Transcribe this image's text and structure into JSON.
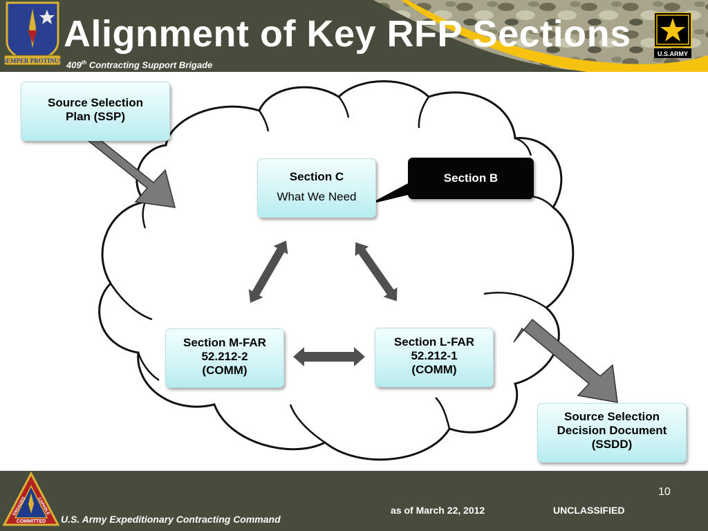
{
  "header": {
    "title": "Alignment of Key RFP Sections",
    "subtitle_prefix": "409",
    "subtitle_sup": "th",
    "subtitle_rest": " Contracting Support Brigade",
    "crest_motto": "SEMPER PROTINUS",
    "army_logo_text": "U.S.ARMY"
  },
  "diagram": {
    "ssp": {
      "line1": "Source Selection",
      "line2": "Plan (SSP)"
    },
    "section_c": {
      "title": "Section C",
      "subtitle": "What We Need"
    },
    "section_b": {
      "title": "Section B"
    },
    "section_m": {
      "line1": "Section M-FAR",
      "line2": "52.212-2",
      "line3": "(COMM)"
    },
    "section_l": {
      "line1": "Section L-FAR",
      "line2": "52.212-1",
      "line3": "(COMM)"
    },
    "ssdd": {
      "line1": "Source Selection",
      "line2": "Decision Document",
      "line3": "(SSDD)"
    }
  },
  "footer": {
    "page_number": "10",
    "as_of": "as of March 22, 2012",
    "classification": "UNCLASSIFIED",
    "org": "U.S. Army Expeditionary Contracting Command",
    "badge_text_top": "ENGAGED",
    "badge_text_right": "CAPABLE",
    "badge_text_bottom": "COMMITTED"
  },
  "colors": {
    "header_bg": "#474c3c",
    "army_yellow": "#f5c20f",
    "box_fill": "#d2f4f6",
    "arrow_gray": "#707070",
    "dark_arrow": "#4a4a4a"
  }
}
